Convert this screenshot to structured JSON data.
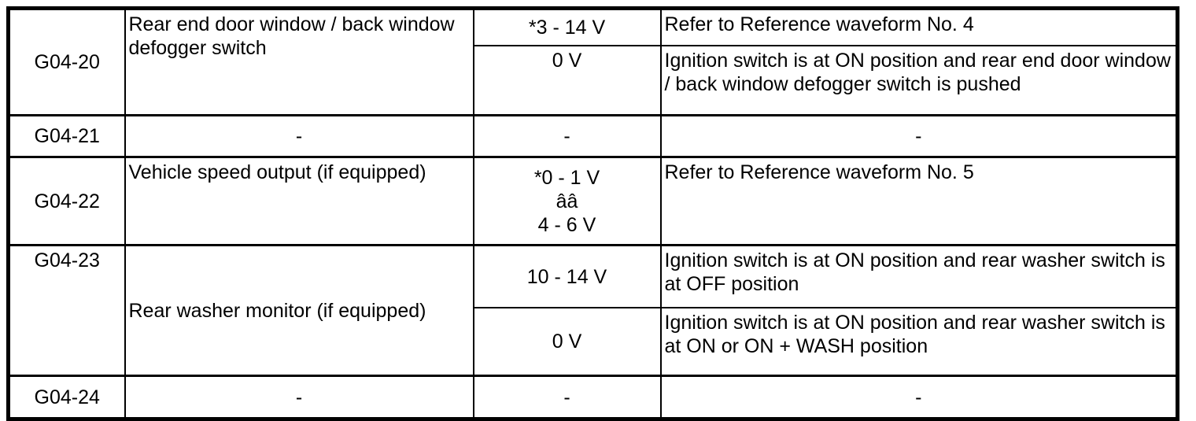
{
  "colors": {
    "border": "#000000",
    "text": "#000000",
    "background": "#ffffff"
  },
  "table": {
    "rows": [
      {
        "id": "G04-20",
        "description": "Rear end door window / back window defogger switch",
        "measurements": [
          {
            "voltage": "*3 - 14 V",
            "condition": "Refer to Reference waveform No. 4"
          },
          {
            "voltage": "0 V",
            "condition": "Ignition switch is at ON position and rear end door window / back window defogger switch is pushed"
          }
        ]
      },
      {
        "id": "G04-21",
        "description": "-",
        "measurements": [
          {
            "voltage": "-",
            "condition": "-"
          }
        ]
      },
      {
        "id": "G04-22",
        "description": "Vehicle speed output (if equipped)",
        "voltage_lines": [
          "*0 - 1 V",
          "ââ",
          "4 - 6 V"
        ],
        "measurements": [
          {
            "voltage": "*0 - 1 V ââ 4 - 6 V",
            "condition": "Refer to Reference waveform No. 5"
          }
        ]
      },
      {
        "id": "G04-23",
        "description": "Rear washer monitor (if equipped)",
        "measurements": [
          {
            "voltage": "10 - 14 V",
            "condition": "Ignition switch is at ON position and rear washer switch is at OFF position"
          },
          {
            "voltage": "0 V",
            "condition": "Ignition switch is at ON position and rear washer switch is at ON or ON + WASH position"
          }
        ]
      },
      {
        "id": "G04-24",
        "description": "-",
        "measurements": [
          {
            "voltage": "-",
            "condition": "-"
          }
        ]
      }
    ]
  }
}
